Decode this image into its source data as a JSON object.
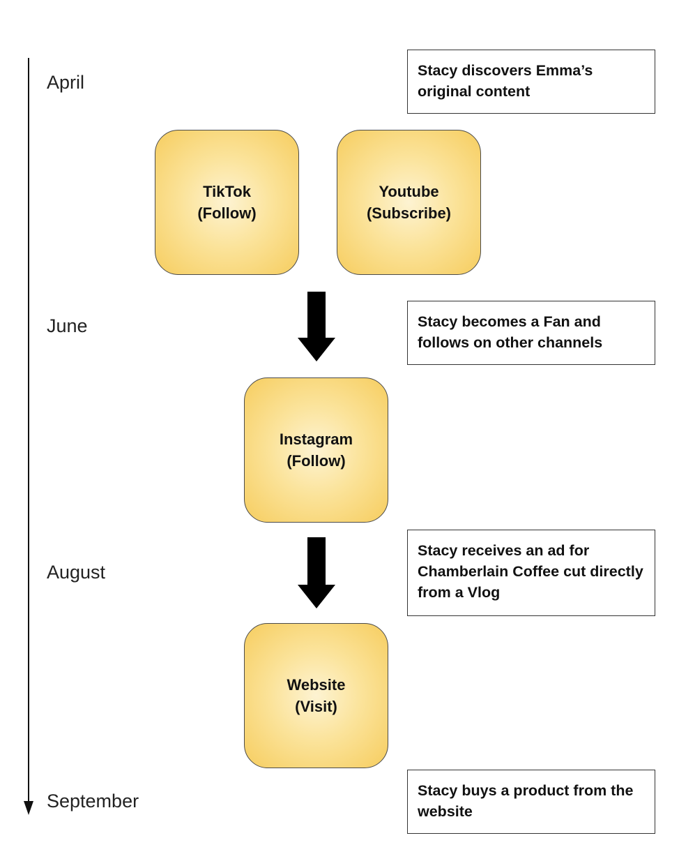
{
  "timeline": {
    "months": [
      "April",
      "June",
      "August",
      "September"
    ]
  },
  "notes": [
    "Stacy discovers Emma’s original content",
    "Stacy becomes a Fan and follows on other channels",
    "Stacy receives an ad for Chamberlain Coffee cut directly from a Vlog",
    "Stacy buys a product from the website"
  ],
  "channels": [
    {
      "name": "TikTok",
      "action": "(Follow)"
    },
    {
      "name": "Youtube",
      "action": "(Subscribe)"
    },
    {
      "name": "Instagram",
      "action": "(Follow)"
    },
    {
      "name": "Website",
      "action": "(Visit)"
    }
  ],
  "colors": {
    "channel_fill_center": "#fdf3d2",
    "channel_fill_edge": "#f6cd5f",
    "arrow": "#000000",
    "line": "#111111"
  }
}
